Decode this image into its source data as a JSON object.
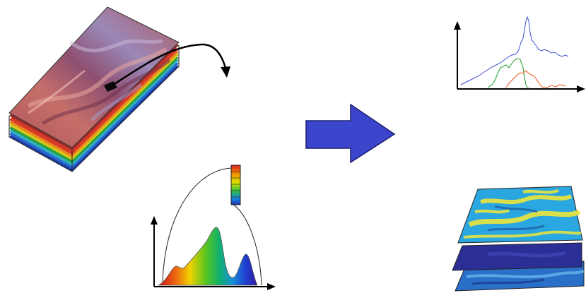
{
  "figure": {
    "panels": [
      {
        "role": "hyperspectral-cube",
        "icon": "image-stack-icon"
      },
      {
        "role": "pixel-spectrum",
        "icon": "spectrum-plot-icon"
      },
      {
        "role": "transform-arrow",
        "icon": "right-arrow-icon"
      },
      {
        "role": "extracted-spectra-plot",
        "icon": "line-chart-icon"
      },
      {
        "role": "classified-maps",
        "icon": "map-layers-icon"
      }
    ],
    "colors": {
      "arrow": "#3c46cc",
      "blue_series": "#3c4fd0",
      "green_series": "#1e9a2a",
      "red_series": "#ee5522",
      "map_yellow": "#ece63a",
      "map_cyan": "#2aa6e0",
      "map_navy": "#2b2f95"
    }
  }
}
